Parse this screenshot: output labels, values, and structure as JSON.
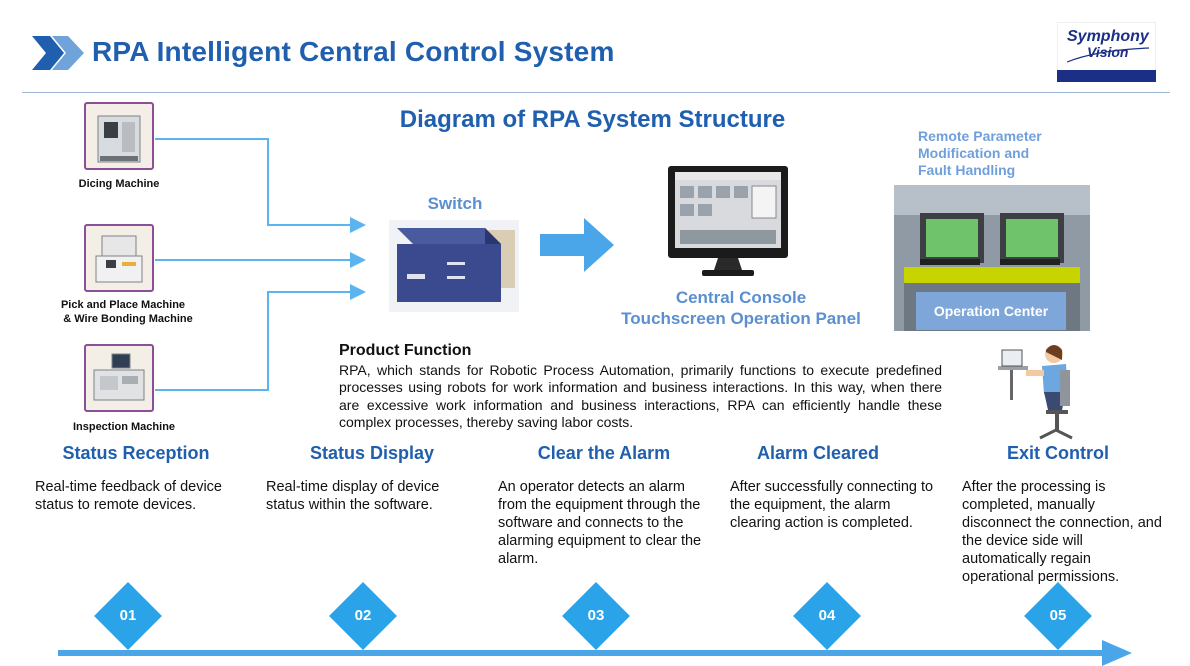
{
  "header": {
    "title": "RPA Intelligent Central Control System",
    "logo_line1": "Symphony",
    "logo_line2": "Vision"
  },
  "diagram": {
    "title": "Diagram of RPA System Structure",
    "machines": [
      {
        "label": "Dicing  Machine"
      },
      {
        "label_line1": "Pick and Place Machine",
        "label_line2": "& Wire Bonding Machine"
      },
      {
        "label": "Inspection Machine"
      }
    ],
    "switch_label": "Switch",
    "console_line1": "Central Console",
    "console_line2": "Touchscreen Operation Panel",
    "remote_line1": "Remote Parameter",
    "remote_line2": "Modification and",
    "remote_line3": "Fault Handling",
    "operation_center": "Operation Center"
  },
  "product_function": {
    "title": "Product Function",
    "body": "RPA, which stands for Robotic Process Automation, primarily functions to execute predefined processes using robots for work information and business interactions. In this way, when there are excessive work information and business interactions, RPA can efficiently handle these complex processes, thereby saving labor costs."
  },
  "steps": [
    {
      "number": "01",
      "title": "Status Reception",
      "desc": "Real-time feedback of device status to remote devices."
    },
    {
      "number": "02",
      "title": "Status Display",
      "desc": "Real-time display of  device status within the software."
    },
    {
      "number": "03",
      "title": "Clear the Alarm",
      "desc": "An operator detects an alarm from the equipment through the software and connects to the alarming equipment to clear the alarm."
    },
    {
      "number": "04",
      "title": "Alarm Cleared",
      "desc": "After successfully connecting to the equipment, the alarm clearing action is completed."
    },
    {
      "number": "05",
      "title": "Exit Control",
      "desc": "After the processing is completed, manually disconnect the connection, and the device side will automatically regain operational permissions."
    }
  ],
  "colors": {
    "title_blue": "#1f5fae",
    "accent_blue": "#2aa3e8",
    "label_blue": "#5b8fd0",
    "machine_border": "#8a4f97"
  }
}
